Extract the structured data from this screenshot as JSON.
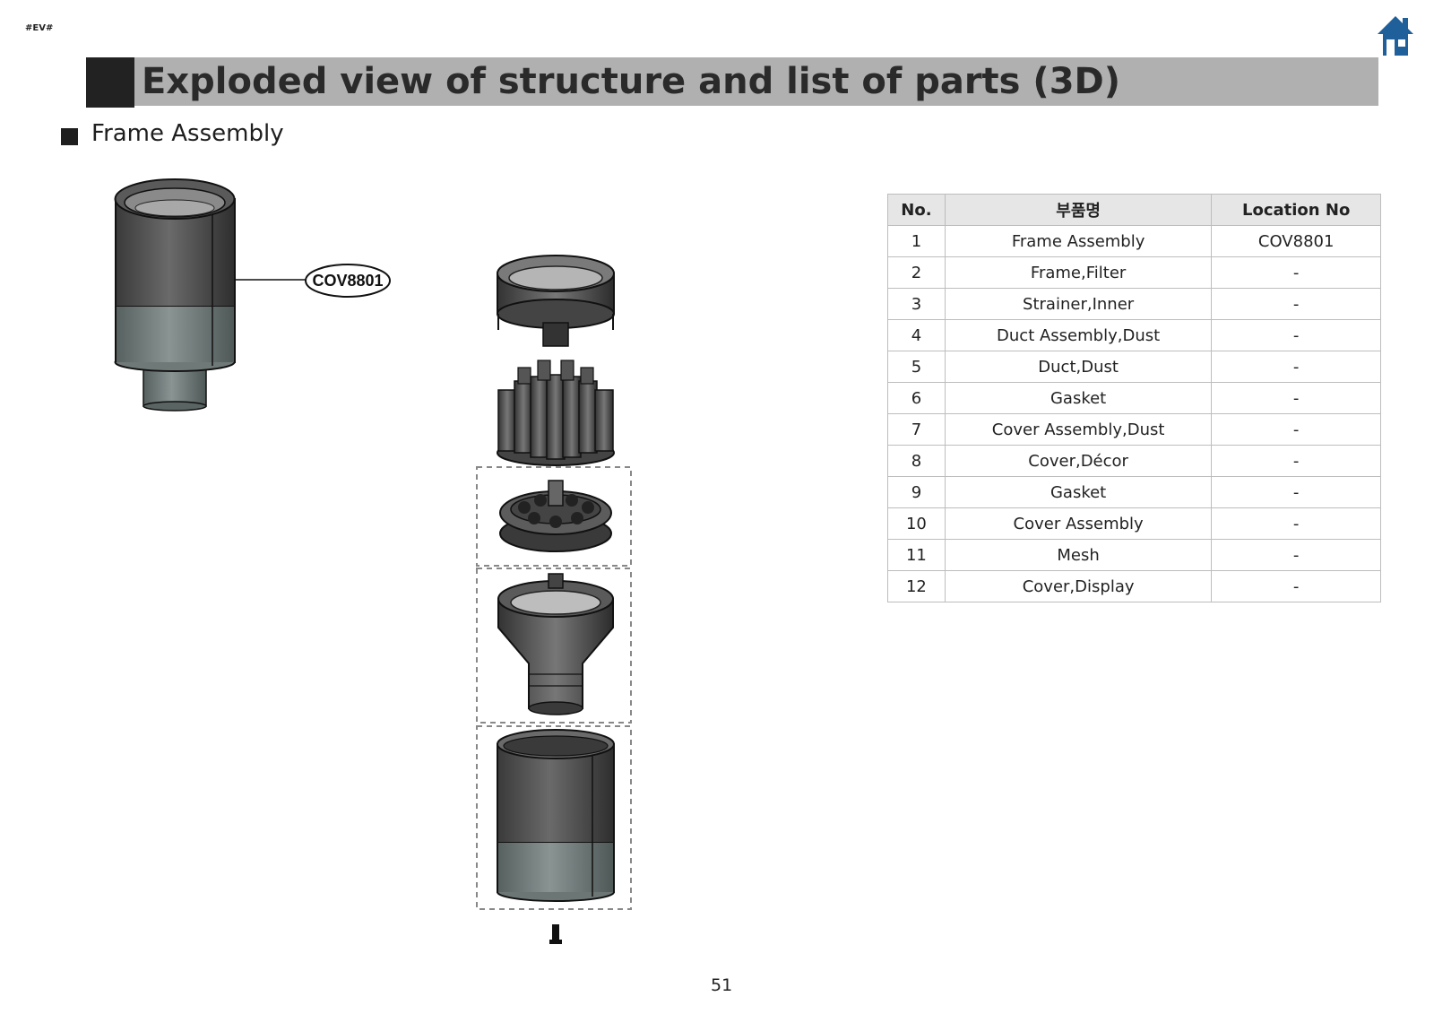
{
  "header": {
    "tag": "#EV#",
    "title": "Exploded view of structure and list of parts (3D)"
  },
  "section": {
    "title": "Frame Assembly"
  },
  "callout": {
    "label": "COV8801"
  },
  "icons": {
    "home": "home-icon"
  },
  "colors": {
    "title_bar": "#b0b0b0",
    "accent_dark": "#222222",
    "home_icon": "#1f5f9a"
  },
  "table": {
    "headers": [
      "No.",
      "부품명",
      "Location No"
    ],
    "rows": [
      [
        "1",
        "Frame Assembly",
        "COV8801"
      ],
      [
        "2",
        "Frame,Filter",
        "-"
      ],
      [
        "3",
        "Strainer,Inner",
        "-"
      ],
      [
        "4",
        "Duct Assembly,Dust",
        "-"
      ],
      [
        "5",
        "Duct,Dust",
        "-"
      ],
      [
        "6",
        "Gasket",
        "-"
      ],
      [
        "7",
        "Cover Assembly,Dust",
        "-"
      ],
      [
        "8",
        "Cover,Décor",
        "-"
      ],
      [
        "9",
        "Gasket",
        "-"
      ],
      [
        "10",
        "Cover Assembly",
        "-"
      ],
      [
        "11",
        "Mesh",
        "-"
      ],
      [
        "12",
        "Cover,Display",
        "-"
      ]
    ]
  },
  "page_number": "51"
}
